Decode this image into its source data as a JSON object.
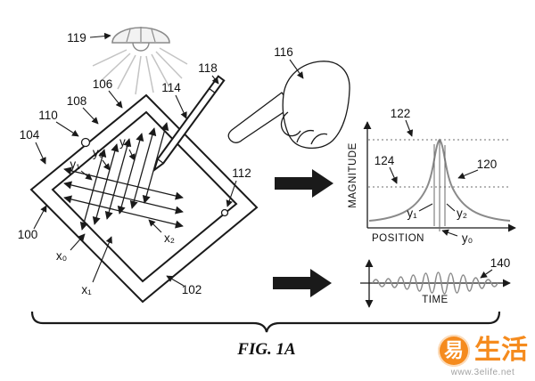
{
  "figure": {
    "caption": "FIG. 1A",
    "labels": {
      "l100": "100",
      "l102": "102",
      "l104": "104",
      "l106": "106",
      "l108": "108",
      "l110": "110",
      "l112": "112",
      "l114": "114",
      "l116": "116",
      "l118": "118",
      "l119": "119",
      "x0": "x₀",
      "x1": "x₁",
      "x2": "x₂",
      "y0": "y₀",
      "y1": "y₁",
      "y2": "y₂"
    },
    "magnitude_graph": {
      "y_axis_label": "MAGNITUDE",
      "x_axis_label": "POSITION",
      "l120": "120",
      "l122": "122",
      "l124": "124",
      "y0": "y₀",
      "y1": "y₁",
      "y2": "y₂"
    },
    "time_graph": {
      "x_axis_label": "TIME",
      "l140": "140"
    }
  },
  "watermark": {
    "logo_char": "易",
    "brand_text": "生活",
    "url": "www.3elife.net",
    "accent_color": "#f5820b"
  }
}
